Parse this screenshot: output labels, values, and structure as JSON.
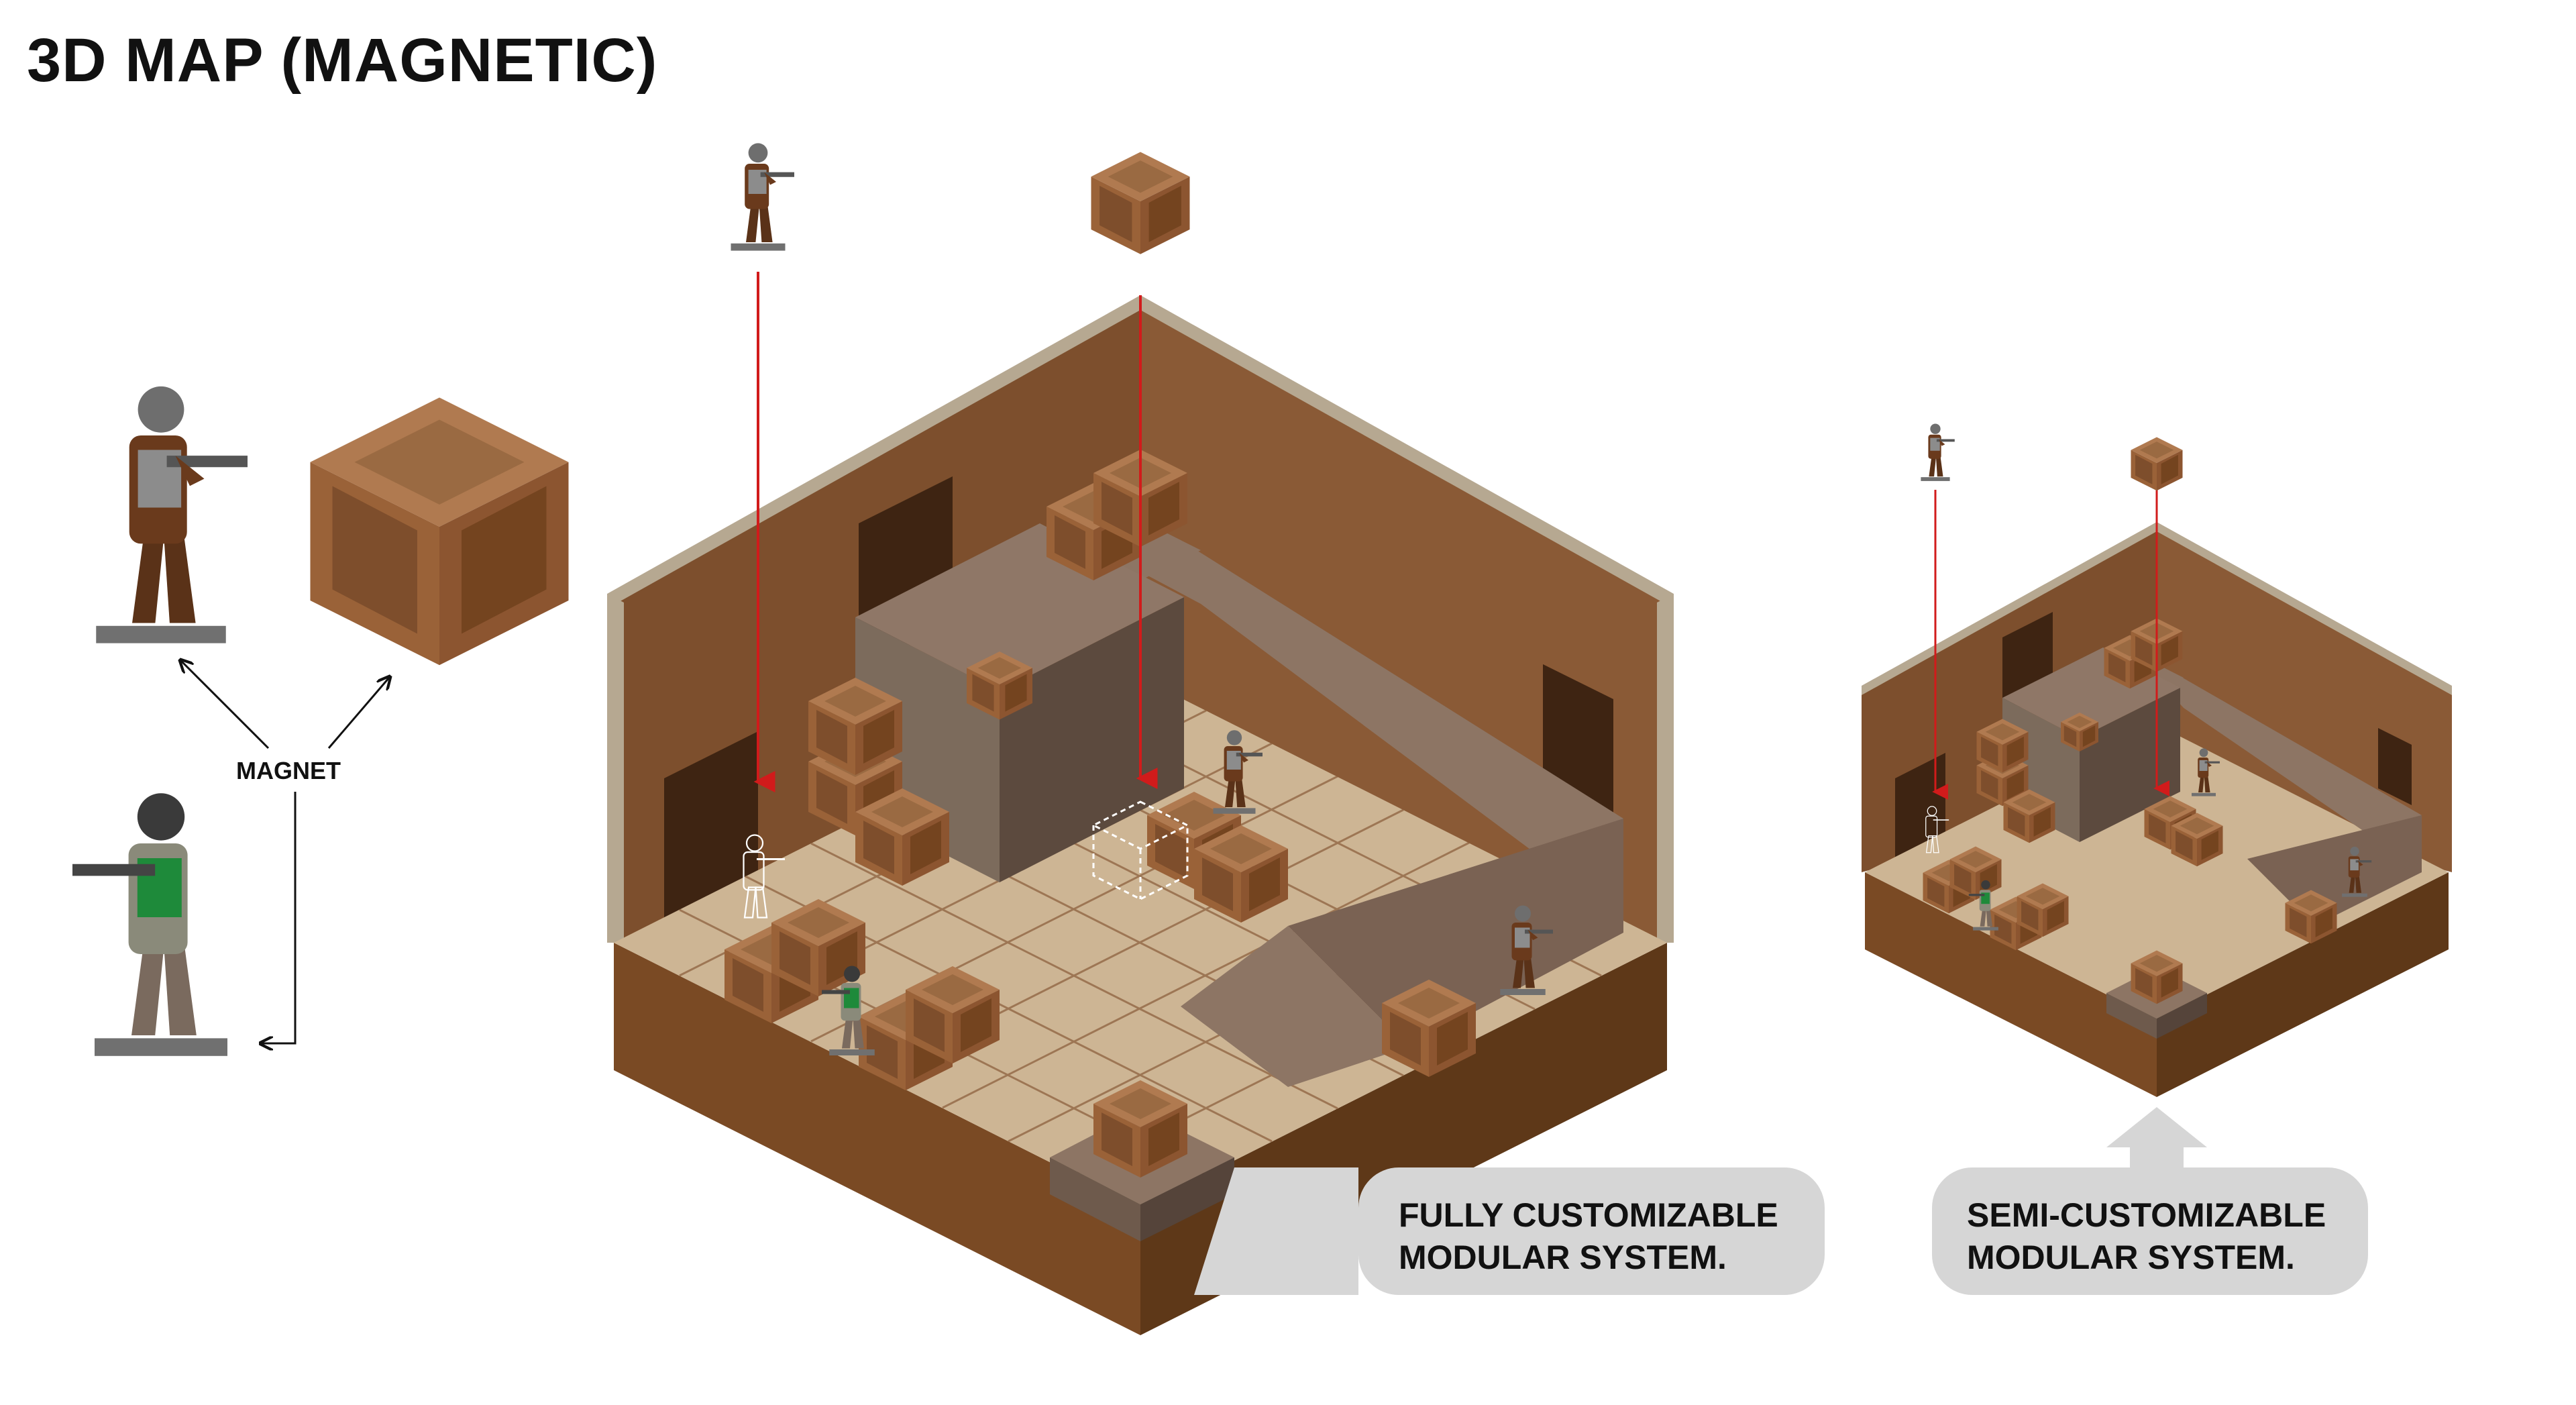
{
  "title": "3D MAP (MAGNETIC)",
  "magnet_label": "MAGNET",
  "callouts": {
    "full": [
      "FULLY CUSTOMIZABLE",
      "MODULAR SYSTEM."
    ],
    "semi": [
      "SEMI-CUSTOMIZABLE",
      "MODULAR SYSTEM."
    ]
  },
  "colors": {
    "wall_dark": "#6e4528",
    "wall_mid": "#7d4f2d",
    "wall_light": "#8a5a36",
    "wall_top": "#b6a891",
    "floor": "#cdb594",
    "floor_line": "#8a5c3a",
    "base_left": "#7a4a24",
    "base_right": "#5e3818",
    "crate_top": "#b07a50",
    "crate_left": "#9a6238",
    "crate_right": "#8c5530",
    "arrow_red": "#d11b1b",
    "callout_bg": "#d6d6d6",
    "soldier_brown": "#6a3a1c",
    "soldier_green": "#1e8a3a",
    "soldier_grey": "#8a8a8a"
  }
}
